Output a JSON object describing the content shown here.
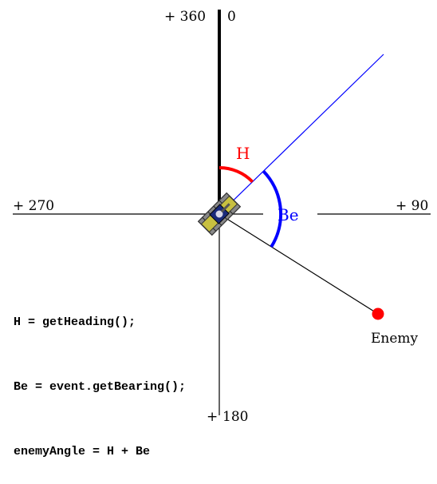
{
  "labels": {
    "top_left": "+ 360",
    "top_right": "0",
    "right": "+ 90",
    "left": "+ 270",
    "bottom": "180",
    "heading": "H",
    "bearing": "Be",
    "enemy": "Enemy"
  },
  "code": [
    "H = getHeading();",
    "Be = event.getBearing();",
    "enemyAngle = H + Be"
  ],
  "colors": {
    "heading_arc": "#ff0000",
    "bearing_arc": "#0000ff",
    "heading_line": "#0000ff",
    "enemy_dot": "#ff0000",
    "robot_body": "#c8c040",
    "robot_turret": "#1a2a7a"
  },
  "icons": {
    "robot": "robot-tank-icon",
    "enemy": "enemy-dot-icon"
  }
}
